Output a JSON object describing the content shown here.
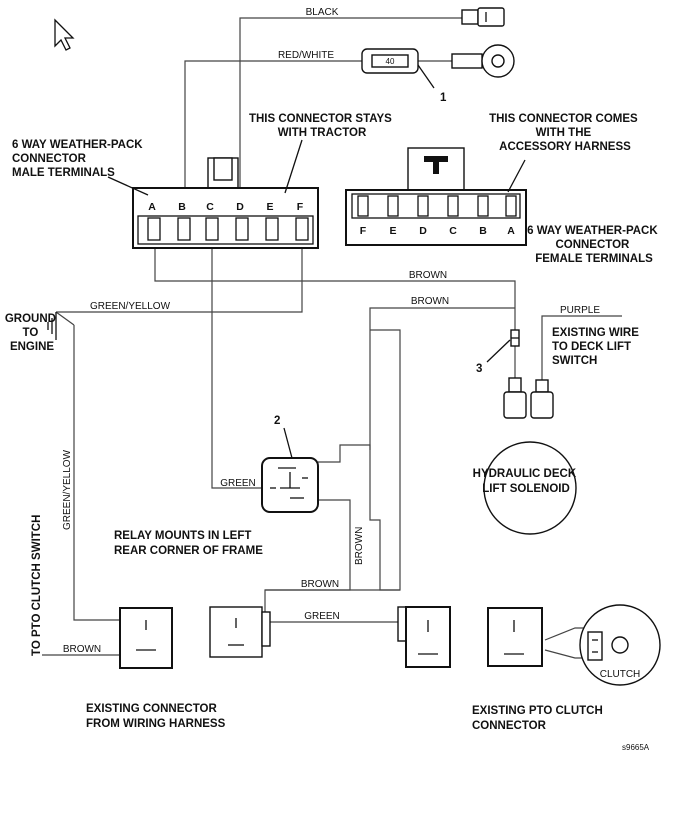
{
  "wire_labels": {
    "black": "BLACK",
    "red_white": "RED/WHITE",
    "brown_upper": "BROWN",
    "brown_lower": "BROWN",
    "green_yellow_horizontal": "GREEN/YELLOW",
    "purple": "PURPLE",
    "green_relay": "GREEN",
    "brown_vertical": "BROWN",
    "green_yellow_vertical": "GREEN/YELLOW",
    "brown_mid": "BROWN",
    "green_mid": "GREEN",
    "brown_bottom": "BROWN"
  },
  "callouts": {
    "fuse_number": "1",
    "relay_number": "2",
    "diode_number": "3",
    "fuse_value": "40",
    "stays_with_tractor": [
      "THIS CONNECTOR STAYS",
      "WITH TRACTOR"
    ],
    "comes_with_harness": [
      "THIS CONNECTOR COMES",
      "WITH THE",
      "ACCESSORY HARNESS"
    ],
    "male_connector": [
      "6 WAY WEATHER-PACK",
      "CONNECTOR",
      "MALE TERMINALS"
    ],
    "female_connector": [
      "6 WAY WEATHER-PACK",
      "CONNECTOR",
      "FEMALE TERMINALS"
    ],
    "ground": [
      "GROUND",
      "TO",
      "ENGINE"
    ],
    "existing_wire": [
      "EXISTING WIRE",
      "TO DECK LIFT",
      "SWITCH"
    ],
    "solenoid": [
      "HYDRAULIC DECK",
      "LIFT SOLENOID"
    ],
    "relay_mount": [
      "RELAY MOUNTS IN LEFT",
      "REAR CORNER OF FRAME"
    ],
    "pto_switch": "TO PTO CLUTCH SWITCH",
    "existing_connector": [
      "EXISTING CONNECTOR",
      "FROM WIRING HARNESS"
    ],
    "pto_connector": [
      "EXISTING PTO CLUTCH",
      "CONNECTOR"
    ],
    "clutch": "CLUTCH",
    "figure_id": "s9665A"
  },
  "male_pins": [
    "A",
    "B",
    "C",
    "D",
    "E",
    "F"
  ],
  "female_pins": [
    "F",
    "E",
    "D",
    "C",
    "B",
    "A"
  ]
}
